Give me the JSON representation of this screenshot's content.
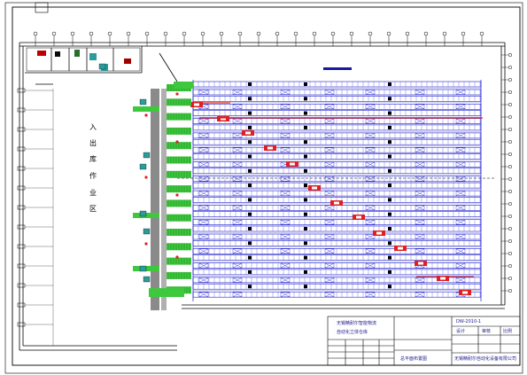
{
  "drawing": {
    "zone_label_chars": [
      "入",
      "出",
      "库",
      "作",
      "业",
      "区"
    ],
    "title_block": {
      "line1": "无锡精耐尔智能物流",
      "line2": "自动化立体仓库",
      "line3": "总平面布置图",
      "code": "DW-2010-1",
      "field_a": "设计",
      "field_b": "审核",
      "field_c": "比例",
      "company": "无锡精耐尔自动化设备有限公司"
    },
    "colors": {
      "frame": "#000000",
      "rack_blue": "#1f1fd0",
      "aisle_red": "#e02020",
      "conveyor_green": "#3ec83e",
      "conveyor_grey": "#7a7a7a",
      "building_line": "#000000"
    }
  }
}
